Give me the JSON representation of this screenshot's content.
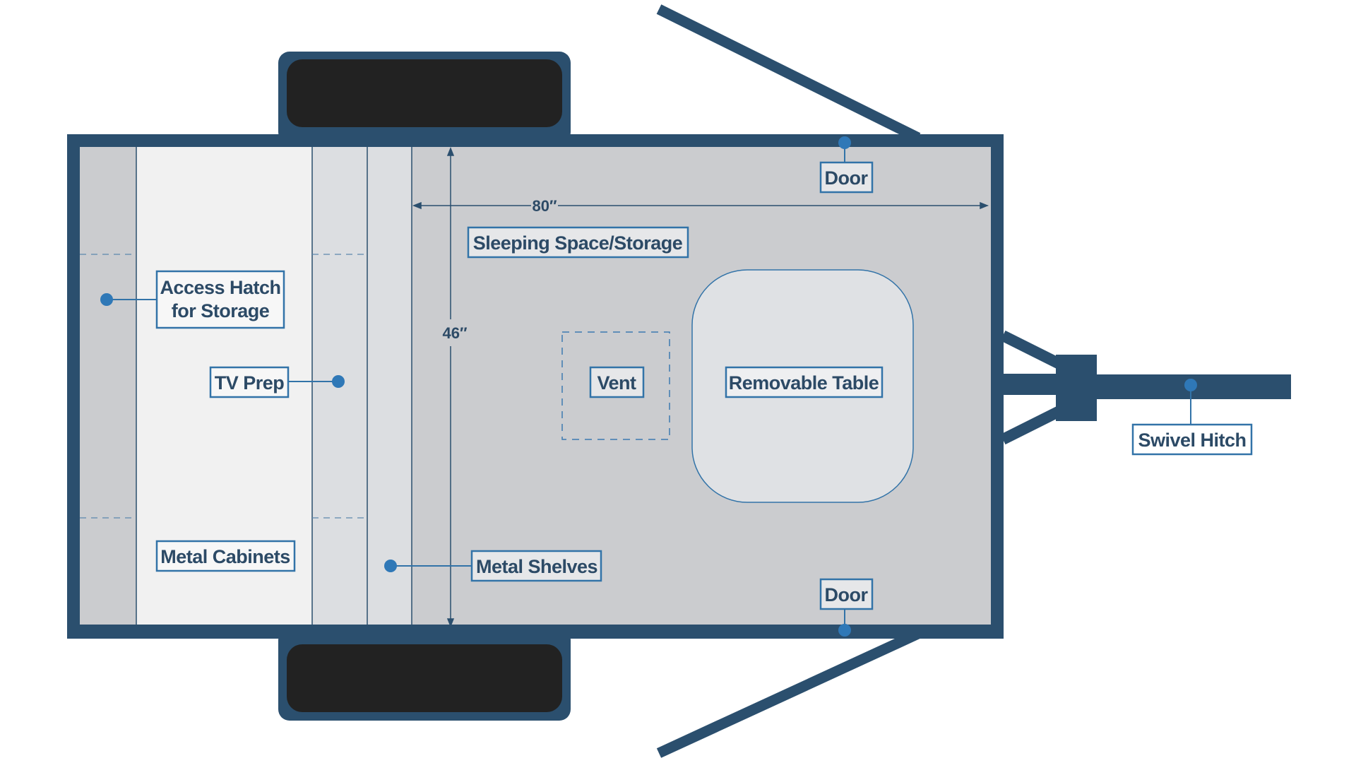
{
  "colors": {
    "frame": "#2b4f6e",
    "floor": "#cbcccf",
    "cabinet_light": "#f1f1f1",
    "shelf_strip": "#dcdee1",
    "tire": "#222222",
    "table": "#dfe1e4",
    "label_border": "#3273a8",
    "label_text": "#2c4a66",
    "marker": "#2f78b7"
  },
  "dimensions": {
    "length": "80″",
    "width": "46″"
  },
  "labels": {
    "access_hatch_line1": "Access Hatch",
    "access_hatch_line2": "for Storage",
    "tv_prep": "TV Prep",
    "metal_cabinets": "Metal Cabinets",
    "metal_shelves": "Metal Shelves",
    "sleeping_space": "Sleeping Space/Storage",
    "vent": "Vent",
    "removable_table": "Removable Table",
    "door_top": "Door",
    "door_bottom": "Door",
    "swivel_hitch": "Swivel Hitch"
  }
}
